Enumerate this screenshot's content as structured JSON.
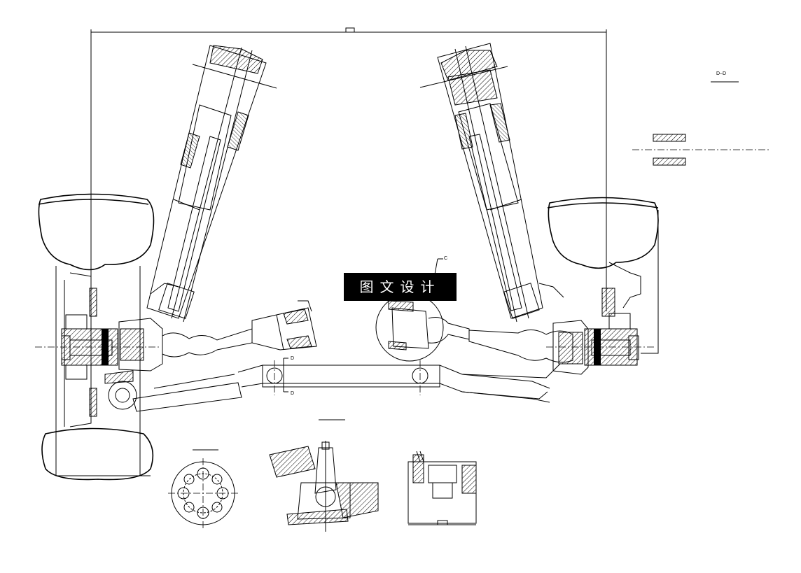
{
  "labels": {
    "section_title": "D–D",
    "detail_c": "C",
    "section_d_upper": "D",
    "section_d_lower": "D"
  },
  "watermark": {
    "text": "图文设计"
  }
}
